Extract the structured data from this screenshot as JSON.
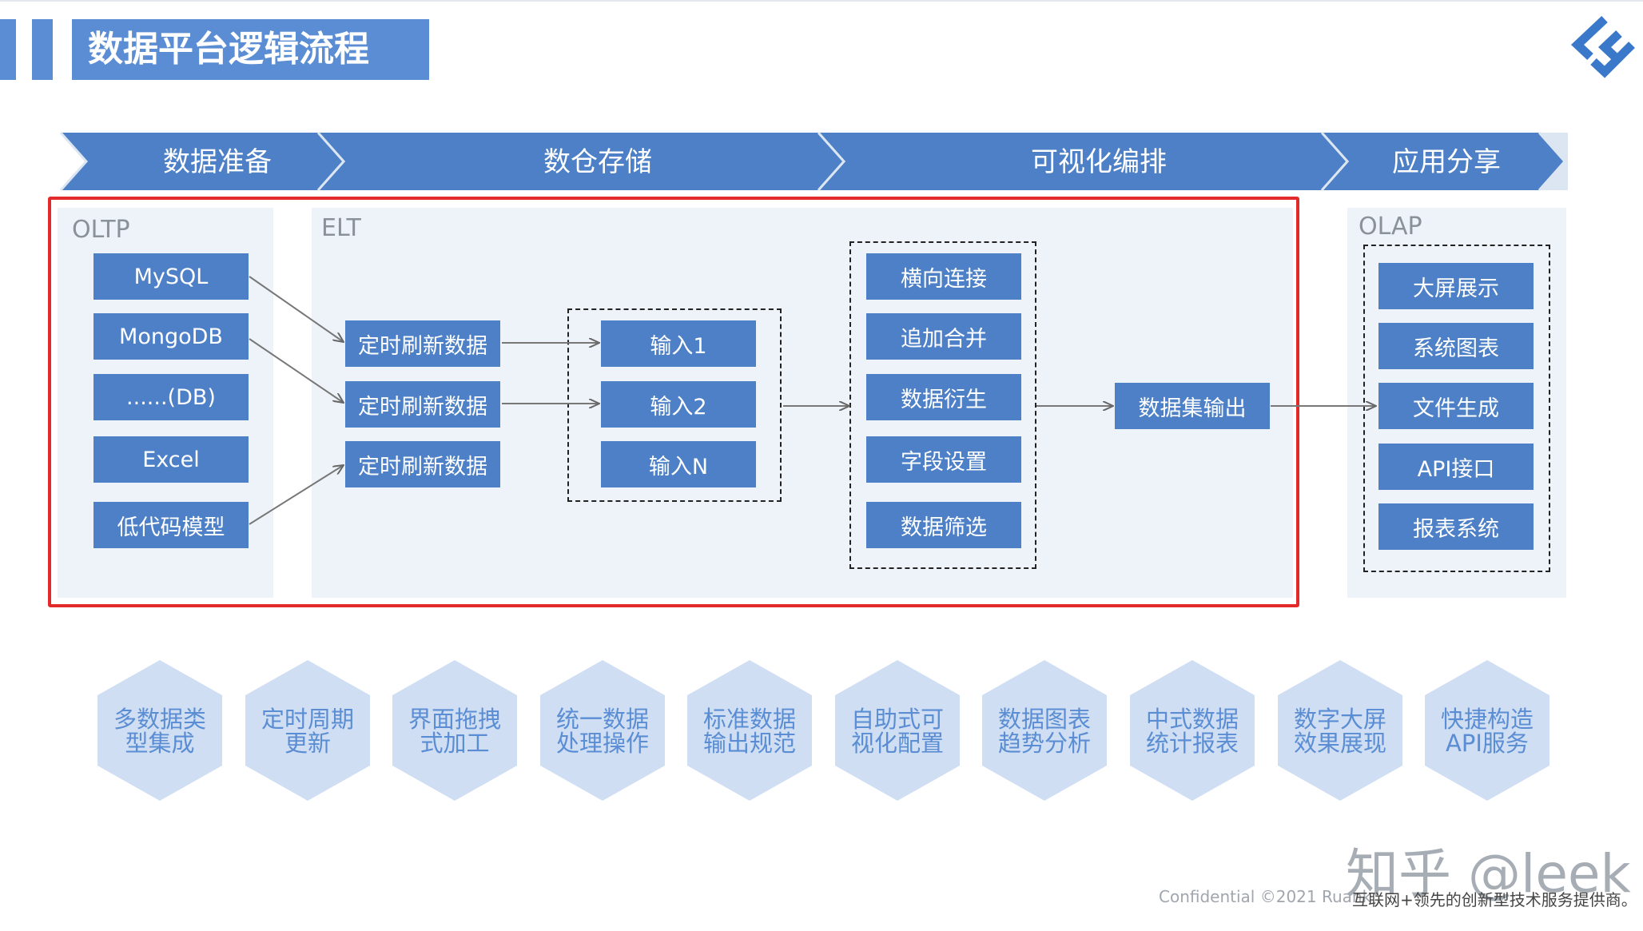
{
  "header": {
    "title": "数据平台逻辑流程"
  },
  "phases": [
    {
      "label": "数据准备"
    },
    {
      "label": "数仓存储"
    },
    {
      "label": "可视化编排"
    },
    {
      "label": "应用分享"
    }
  ],
  "oltp": {
    "label": "OLTP",
    "items": [
      "MySQL",
      "MongoDB",
      "......(DB)",
      "Excel",
      "低代码模型"
    ]
  },
  "elt": {
    "label": "ELT",
    "refresh": [
      "定时刷新数据",
      "定时刷新数据",
      "定时刷新数据"
    ],
    "inputs": [
      "输入1",
      "输入2",
      "输入N"
    ],
    "ops": [
      "横向连接",
      "追加合并",
      "数据衍生",
      "字段设置",
      "数据筛选"
    ],
    "output": "数据集输出"
  },
  "olap": {
    "label": "OLAP",
    "items": [
      "大屏展示",
      "系统图表",
      "文件生成",
      "API接口",
      "报表系统"
    ]
  },
  "features": [
    {
      "line1": "多数据类",
      "line2": "型集成"
    },
    {
      "line1": "定时周期",
      "line2": "更新"
    },
    {
      "line1": "界面拖拽",
      "line2": "式加工"
    },
    {
      "line1": "统一数据",
      "line2": "处理操作"
    },
    {
      "line1": "标准数据",
      "line2": "输出规范"
    },
    {
      "line1": "自助式可",
      "line2": "视化配置"
    },
    {
      "line1": "数据图表",
      "line2": "趋势分析"
    },
    {
      "line1": "中式数据",
      "line2": "统计报表"
    },
    {
      "line1": "数字大屏",
      "line2": "效果展现"
    },
    {
      "line1": "快捷构造",
      "line2": "API服务"
    }
  ],
  "footer": {
    "watermark": "知乎 @leek",
    "confidential": "Confidential ©2021 Ruank",
    "tagline": "互联网+领先的创新型技术服务提供商。"
  },
  "colors": {
    "primary": "#4d80c6",
    "hexagon": "#cfdef2",
    "panel": "#eef3fa",
    "frame": "#e32a2a"
  }
}
